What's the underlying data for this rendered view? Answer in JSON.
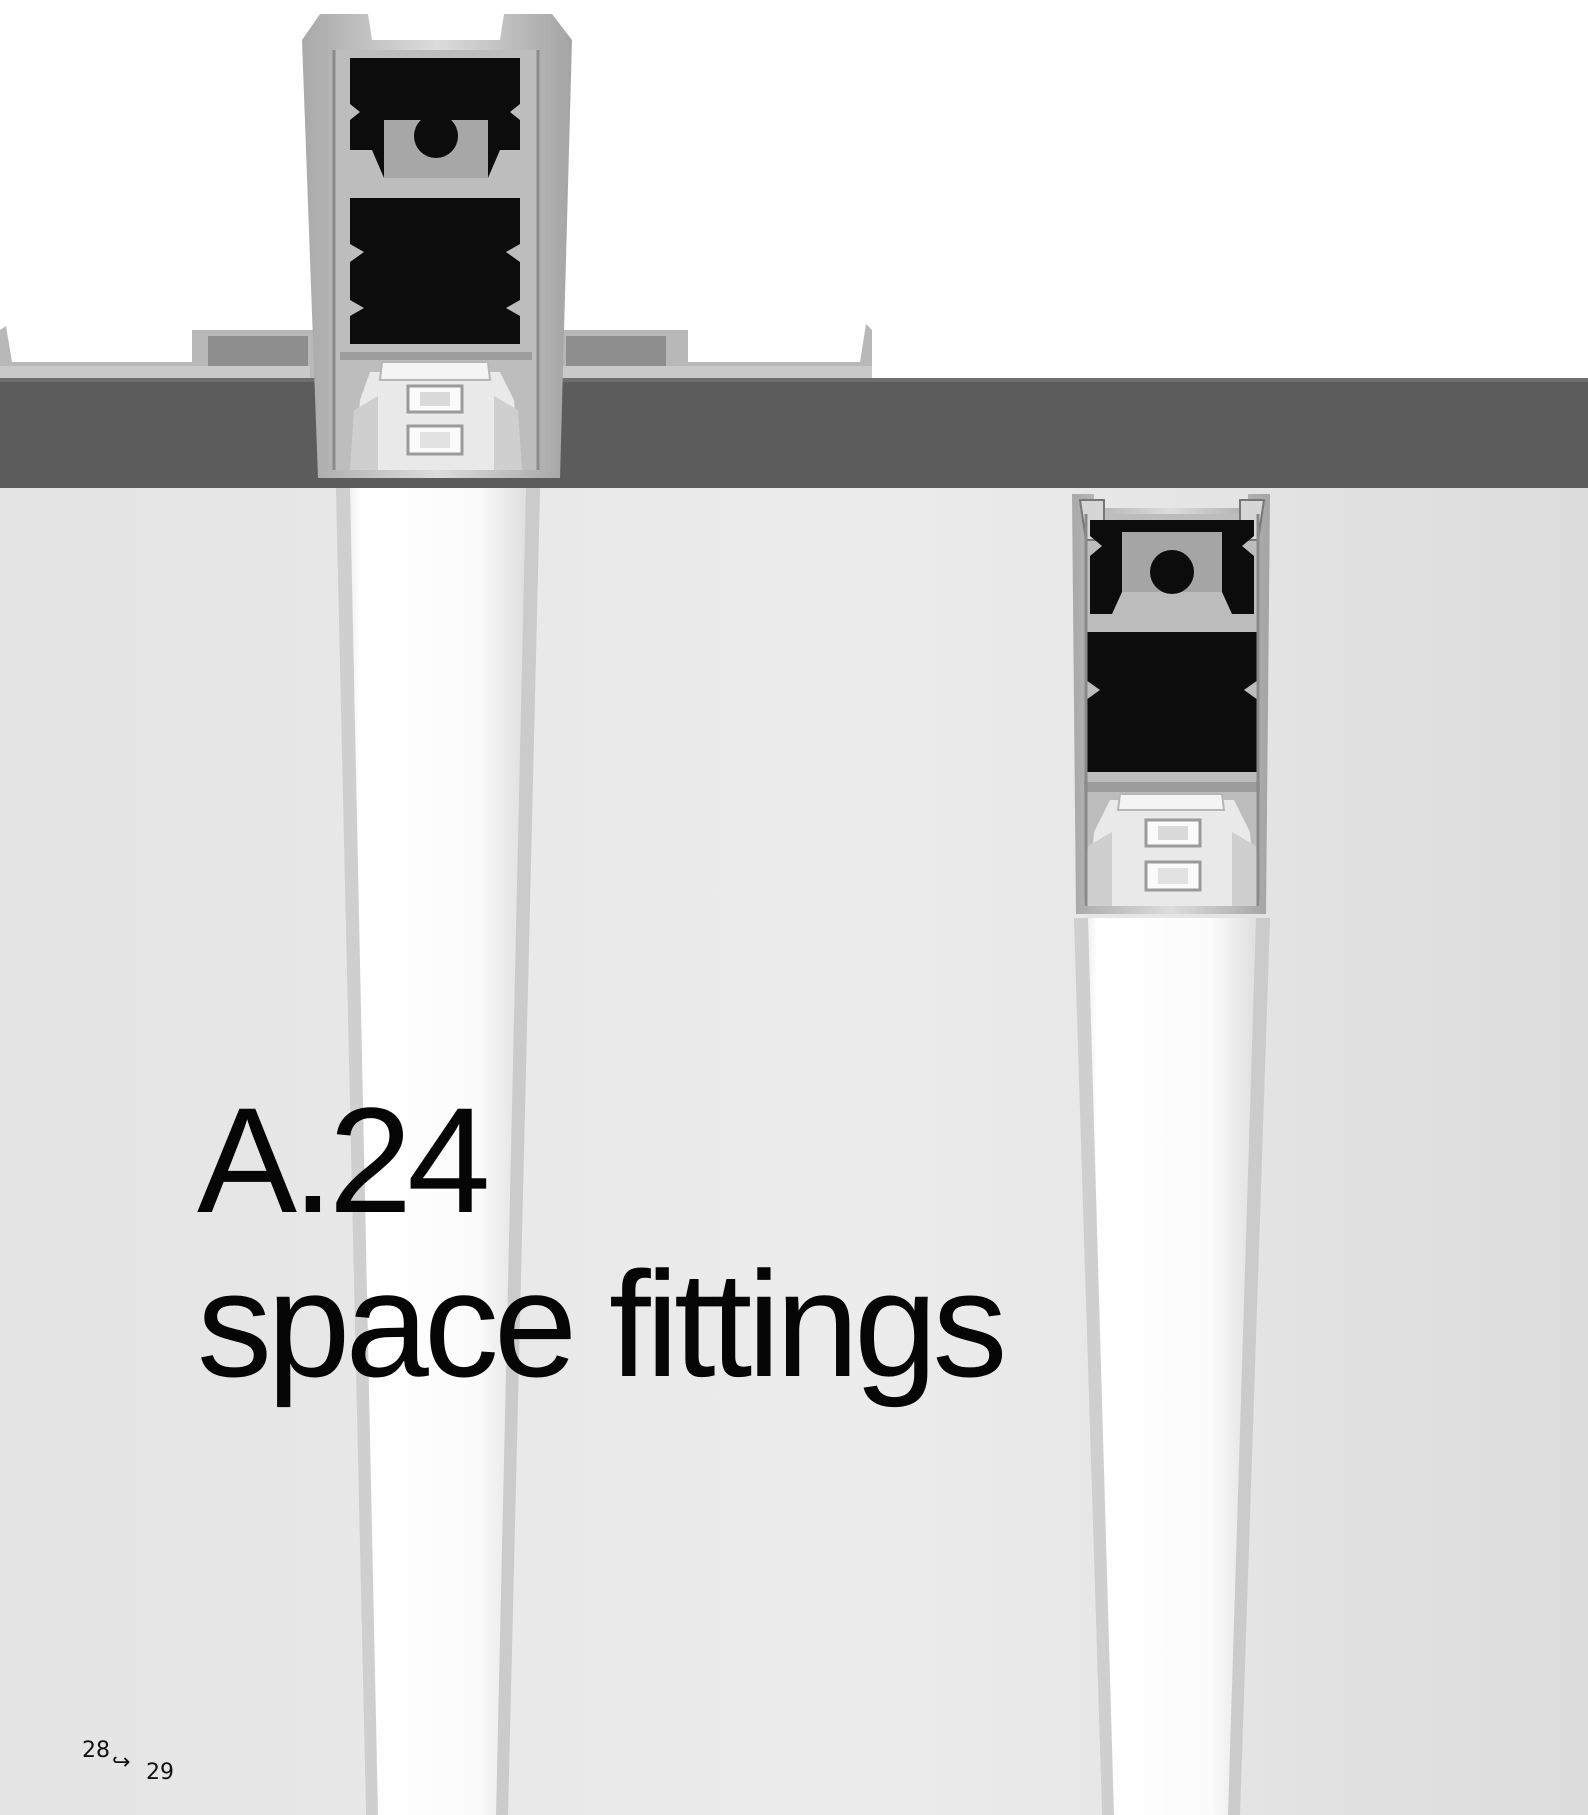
{
  "heading": {
    "code": "A.24",
    "title": "space fittings"
  },
  "pagination": {
    "current": "28",
    "arrow_icon": "arrow-hook-right-icon",
    "next": "29"
  },
  "colors": {
    "background": "#e8e8e8",
    "ceiling_band": "#5c5c5c",
    "profile_black": "#0c0c0c",
    "aluminium": "#c4c4c4",
    "diffuser": "#fafafa",
    "text": "#050505"
  }
}
